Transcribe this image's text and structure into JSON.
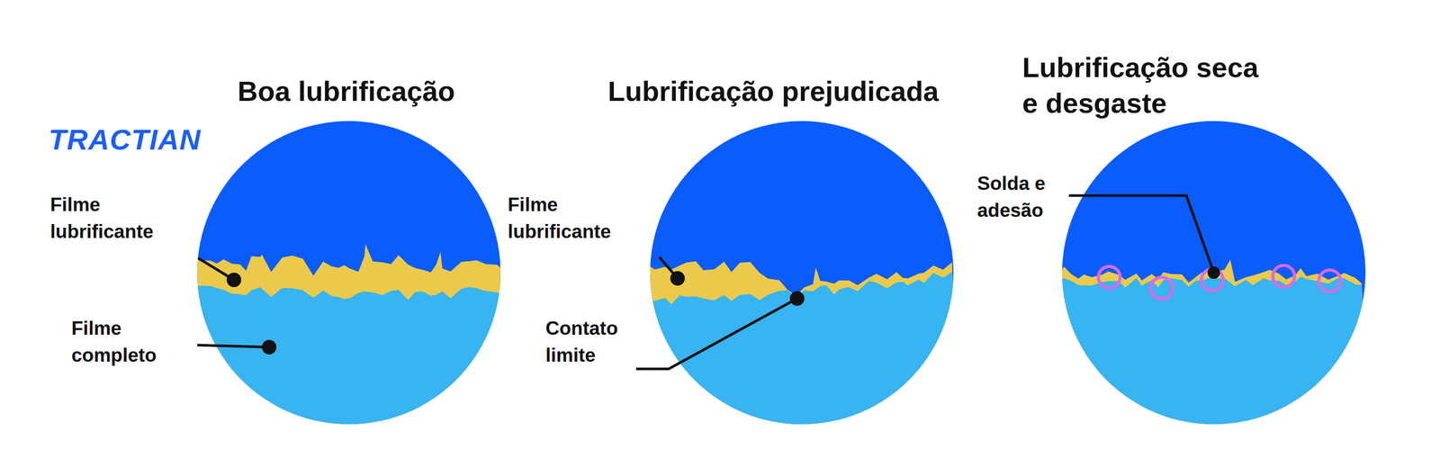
{
  "diagram": {
    "nodes": [
      {
        "text": [
          "Boa lubrificação"
        ]
      },
      {
        "text": [
          "Lubrificação prejudicada"
        ]
      },
      {
        "text": [
          "Lubrificação seca e desgaste"
        ]
      }
    ],
    "labels": [
      "TRACTIAN",
      "Filme lubrificante",
      "Filme completo",
      "Filme lubrificante",
      "Contato limite",
      "Solda e adesão"
    ]
  }
}
